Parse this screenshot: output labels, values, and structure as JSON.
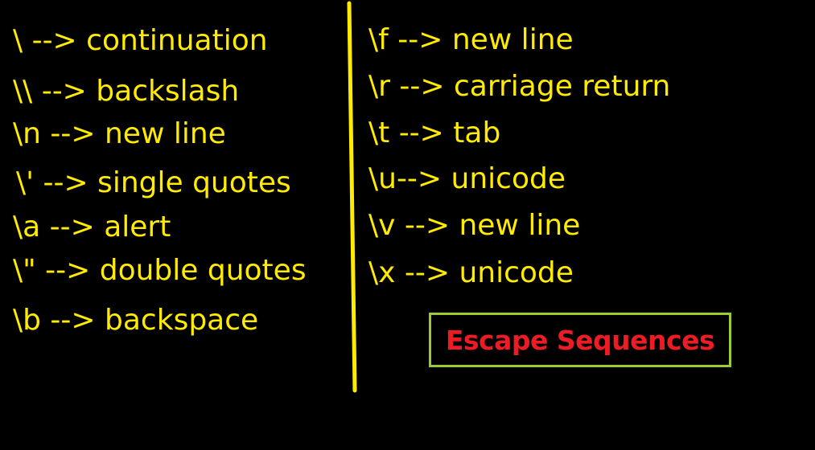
{
  "colors": {
    "background": "#000000",
    "text": "#FFEB00",
    "divider": "#FFEB00",
    "title_text": "#ED1C24",
    "title_border": "#9ACD32"
  },
  "left_column": [
    "\\ --> continuation",
    "\\\\ --> backslash",
    "\\n --> new line",
    "\\' --> single quotes",
    "\\a --> alert",
    "\\\" --> double quotes",
    "\\b --> backspace"
  ],
  "right_column": [
    "\\f --> new line",
    "\\r --> carriage return",
    "\\t --> tab",
    "\\u--> unicode",
    "\\v --> new line",
    "\\x --> unicode"
  ],
  "title": "Escape Sequences"
}
